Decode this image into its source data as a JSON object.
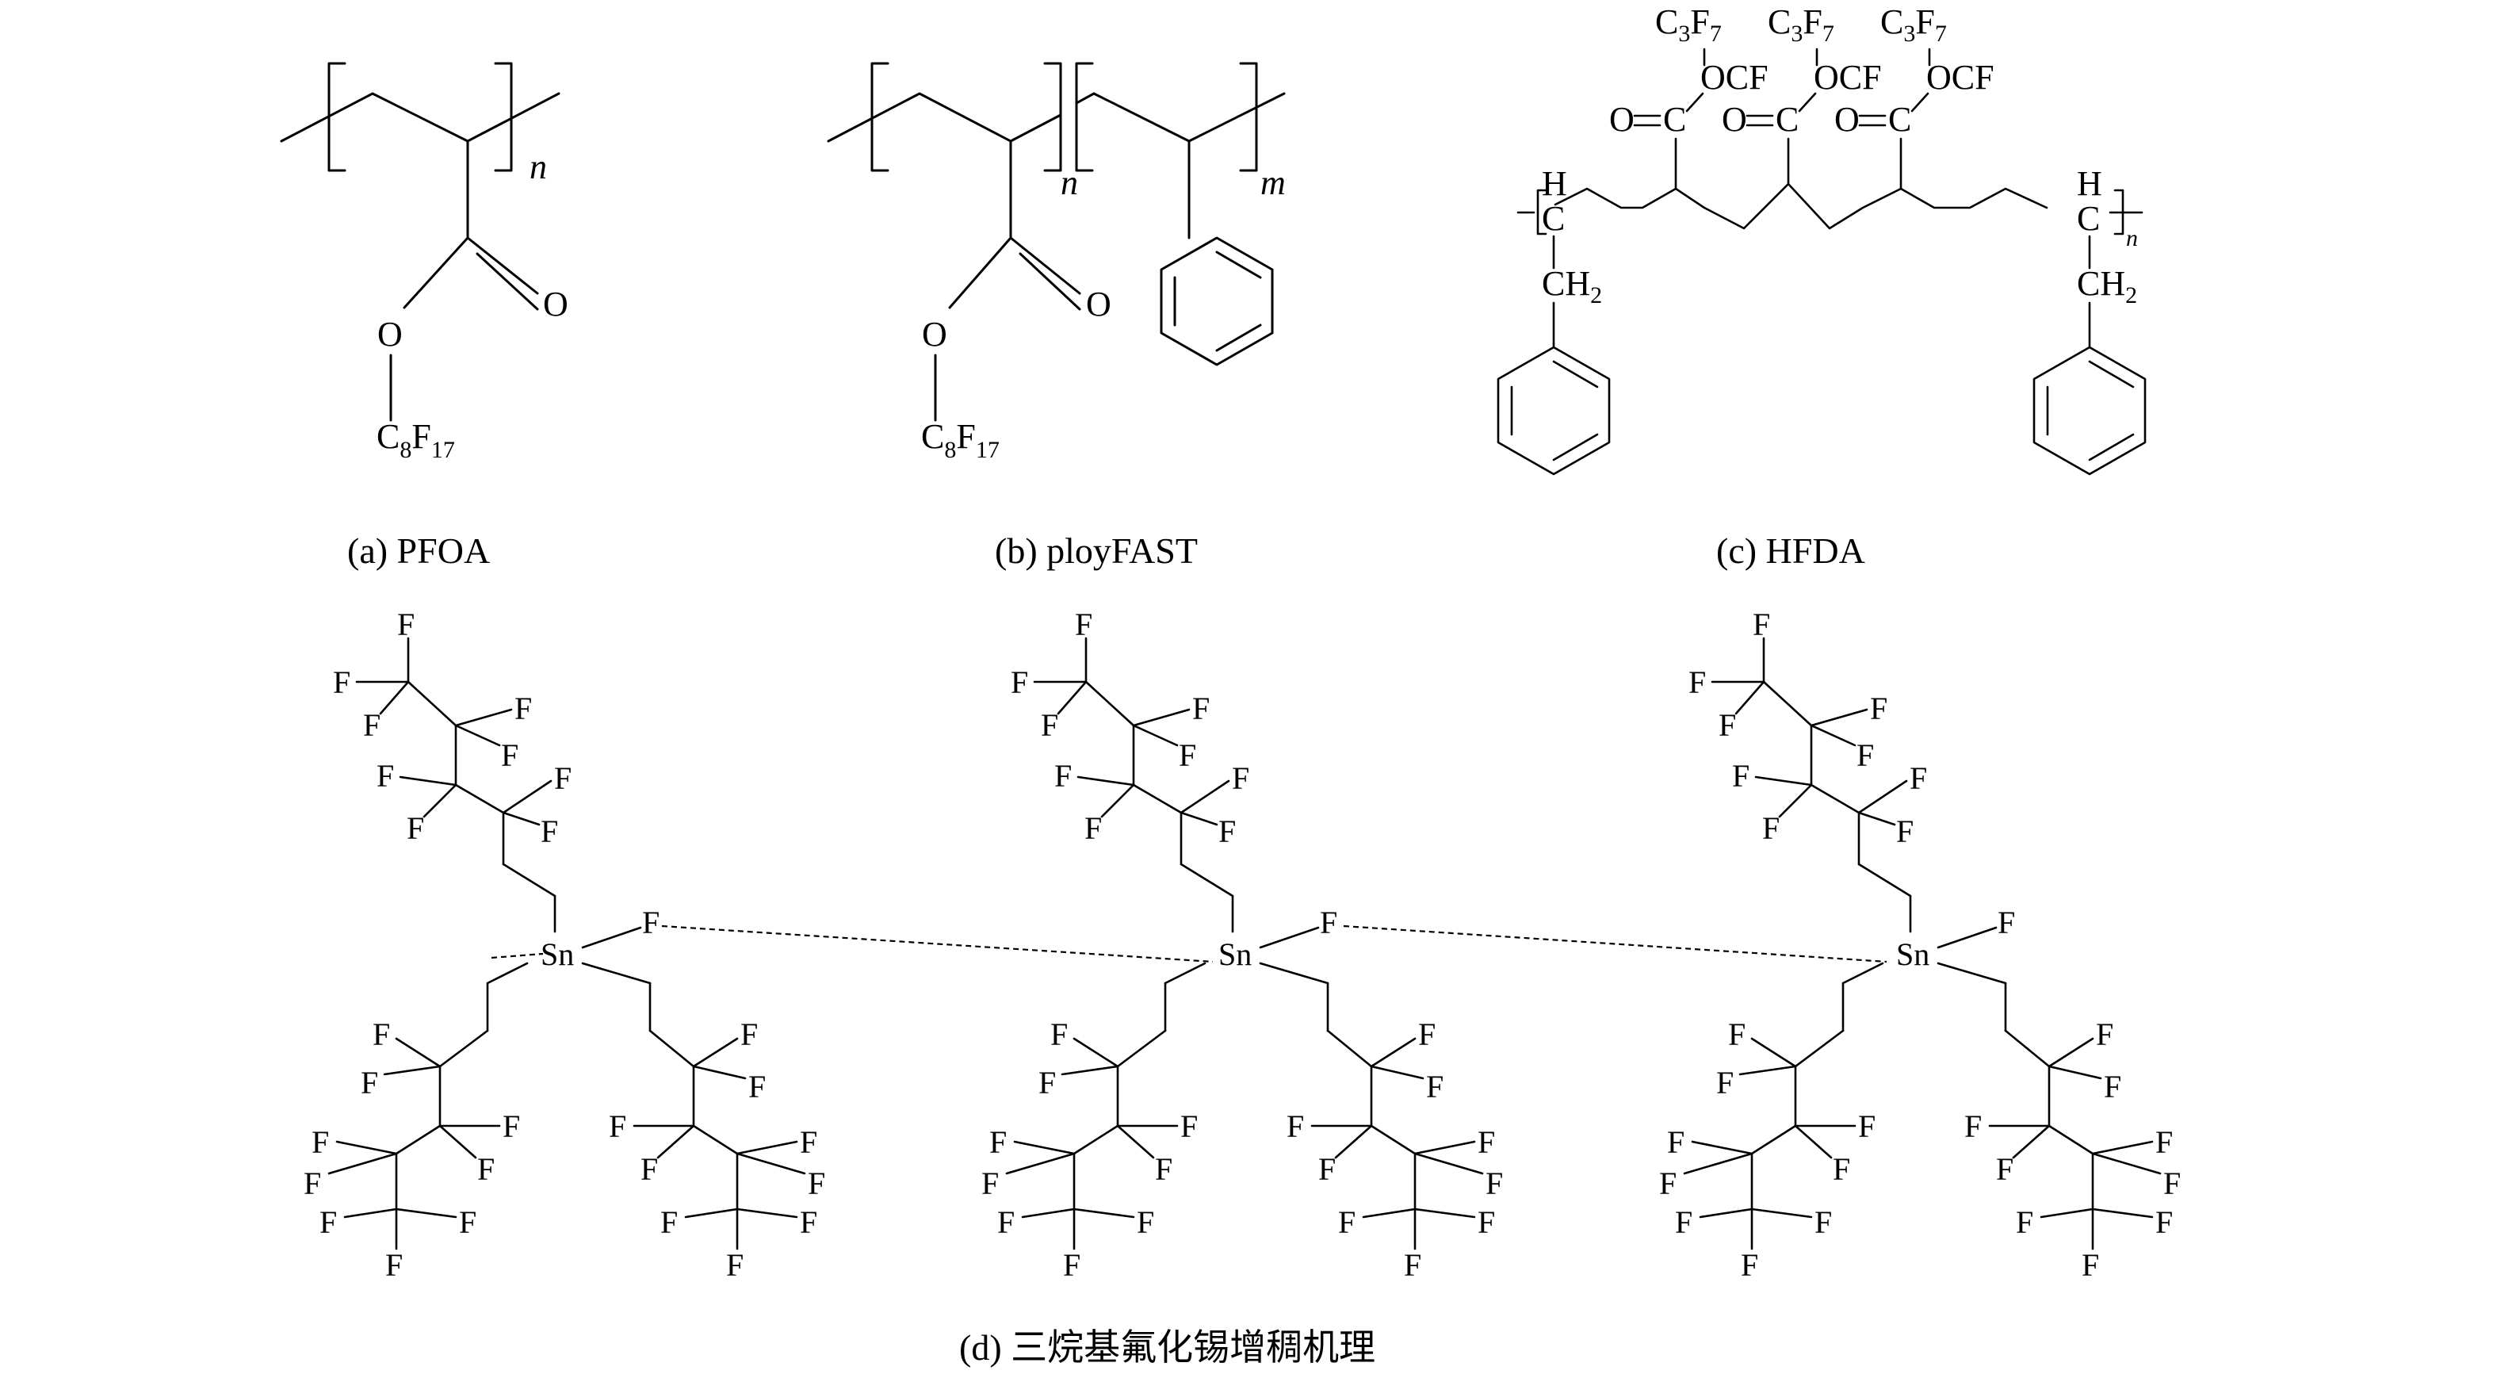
{
  "captions": {
    "a": "(a) PFOA",
    "b": "(b) ployFAST",
    "c": "(c) HFDA",
    "d": "(d) 三烷基氟化锡增稠机理"
  },
  "atoms": {
    "oxygen": "O",
    "carbon": "C",
    "hydrogen": "H",
    "fluorine": "F",
    "tin": "Sn",
    "perfluoro_chain": "C8F17",
    "perfluoro_chain_c": "C",
    "perfluoro_chain_8": "8",
    "perfluoro_chain_f": "F",
    "perfluoro_chain_17": "17",
    "c3f7_c": "C",
    "c3f7_3": "3",
    "c3f7_f": "F",
    "c3f7_7": "7",
    "ocf": "OCF",
    "ch2_ch": "CH",
    "ch2_2": "2",
    "carbonyl_left": "O=C"
  },
  "repeat_labels": {
    "n": "n",
    "m": "m"
  }
}
